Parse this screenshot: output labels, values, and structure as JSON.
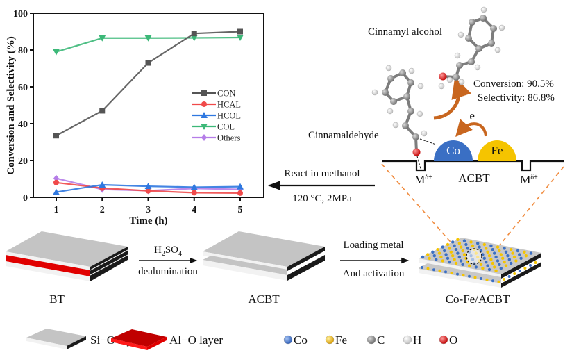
{
  "chart_data": {
    "type": "line",
    "title": "",
    "xlabel": "Time (h)",
    "ylabel": "Conversion and Selectivity (%)",
    "x": [
      1,
      2,
      3,
      4,
      5
    ],
    "xticks": [
      "1",
      "2",
      "3",
      "4",
      "5"
    ],
    "yticks": [
      "0",
      "20",
      "40",
      "60",
      "80",
      "100"
    ],
    "ylim": [
      0,
      100
    ],
    "xlim": [
      0.5,
      5.6
    ],
    "grid": false,
    "legend_position": "center-right",
    "series": [
      {
        "name": "CON",
        "marker": "square",
        "color": "#555555",
        "values": [
          33.5,
          47,
          73,
          89,
          90
        ]
      },
      {
        "name": "HCAL",
        "marker": "circle",
        "color": "#f04a4a",
        "values": [
          8,
          5,
          3.5,
          2.5,
          2.3
        ]
      },
      {
        "name": "HCOL",
        "marker": "triangle-up",
        "color": "#2f78e0",
        "values": [
          2.8,
          6.8,
          6,
          5.5,
          5.8
        ]
      },
      {
        "name": "COL",
        "marker": "triangle-down",
        "color": "#3cb878",
        "values": [
          79,
          86.5,
          86.5,
          86.6,
          86.8
        ]
      },
      {
        "name": "Others",
        "marker": "diamond",
        "color": "#b57de8",
        "values": [
          10.3,
          4.3,
          3.6,
          4.8,
          4.3
        ]
      }
    ]
  },
  "diagram": {
    "product_label": "Cinnamyl alcohol",
    "reactant_label": "Cinnamaldehyde",
    "conversion_text": "Conversion:  90.5%",
    "selectivity_text": "Selectivity:  86.8%",
    "electron_label": "e",
    "electron_charge": "-",
    "co_label": "Co",
    "fe_label": "Fe",
    "site_label": "M",
    "site_charge": "δ+",
    "surface_label": "ACBT",
    "react_arrow_top": "React in methanol",
    "react_arrow_bottom": "120 °C, 2MPa",
    "step1_top_main": "H",
    "step1_top_sub1": "2",
    "step1_top_mid": "SO",
    "step1_top_sub2": "4",
    "step1_bottom": "dealumination",
    "step2_top": "Loading metal",
    "step2_bottom": "And activation",
    "material_bt": "BT",
    "material_acbt": "ACBT",
    "material_cofe": "Co-Fe/ACBT",
    "colors": {
      "co": "#3a6fc4",
      "fe": "#f5c400",
      "arrow_orange": "#c8661f",
      "dashed_orange": "#f08a3c",
      "alo_red": "#e00000",
      "sio_grey": "#c4c4c4"
    }
  },
  "legend": {
    "sio_label": "Si−O layer",
    "alo_label": "Al−O layer",
    "atoms": [
      {
        "symbol": "Co",
        "color": "#3a6fc4"
      },
      {
        "symbol": "Fe",
        "color": "#f2b800"
      },
      {
        "symbol": "C",
        "color": "#8a8a8a"
      },
      {
        "symbol": "H",
        "color": "#f2f2f2"
      },
      {
        "symbol": "O",
        "color": "#e01010"
      }
    ]
  }
}
